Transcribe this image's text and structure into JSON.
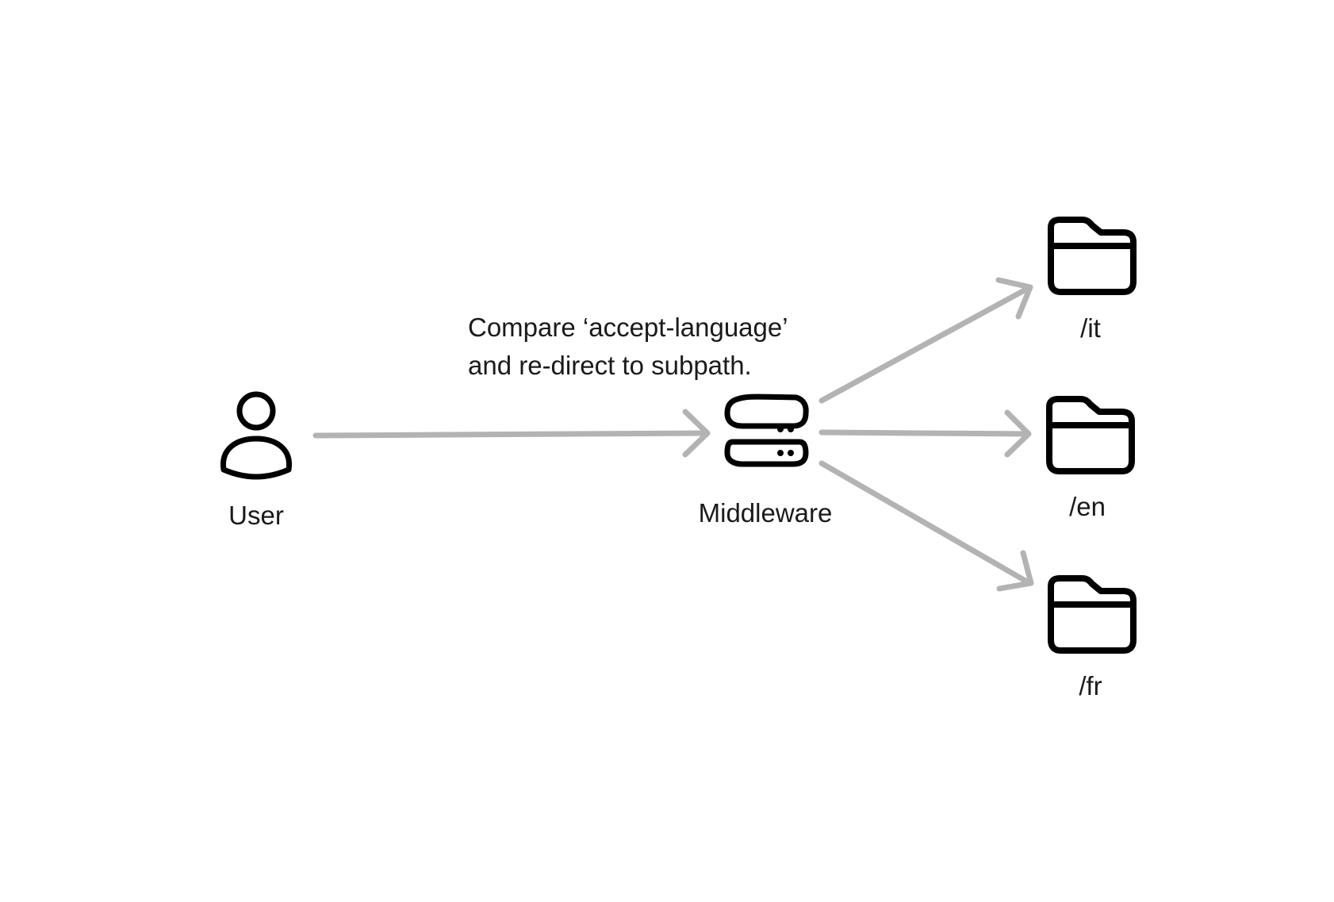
{
  "diagram": {
    "user": {
      "label": "User",
      "icon": "user-icon"
    },
    "middleware": {
      "label": "Middleware",
      "icon": "server-icon"
    },
    "note": {
      "line1": "Compare ‘accept-language’",
      "line2": "and re-direct to subpath."
    },
    "folders": [
      {
        "label": "/it",
        "icon": "folder-icon"
      },
      {
        "label": "/en",
        "icon": "folder-icon"
      },
      {
        "label": "/fr",
        "icon": "folder-icon"
      }
    ],
    "colors": {
      "arrow": "#b3b3b3",
      "icon": "#000000",
      "text": "#1a1a1a"
    }
  }
}
